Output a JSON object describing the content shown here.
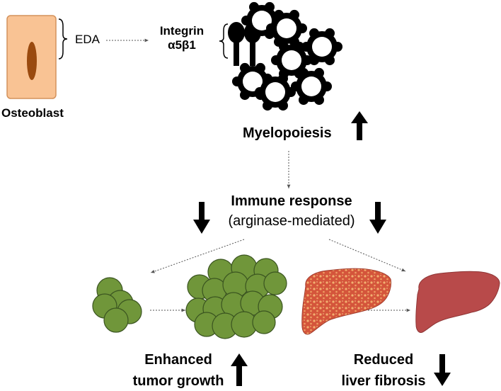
{
  "labels": {
    "osteoblast": "Osteoblast",
    "eda": "EDA",
    "integrin_line1": "Integrin",
    "integrin_line2": "α5β1",
    "myelopoiesis": "Myelopoiesis",
    "immune_response": "Immune response",
    "arginase": "(arginase-mediated)",
    "tumor_line1": "Enhanced",
    "tumor_line2": "tumor growth",
    "liver_line1": "Reduced",
    "liver_line2": "liver fibrosis"
  },
  "arrows": {
    "myelopoiesis": "up",
    "immune_response_left": "down",
    "immune_response_right": "down",
    "tumor_growth": "up",
    "liver_fibrosis": "down"
  },
  "colors": {
    "osteoblast_fill": "#f9c394",
    "osteoblast_nucleus": "#9a4a0f",
    "tumor_cell": "#70963a",
    "fibrotic_liver": "#d4553b",
    "healthy_liver": "#b84a4a",
    "myeloid_cell": "#000000"
  },
  "icons": [
    "cell-icon",
    "integrin-icon",
    "myeloid-cell-icon",
    "tumor-icon",
    "liver-icon",
    "arrow-icon"
  ]
}
